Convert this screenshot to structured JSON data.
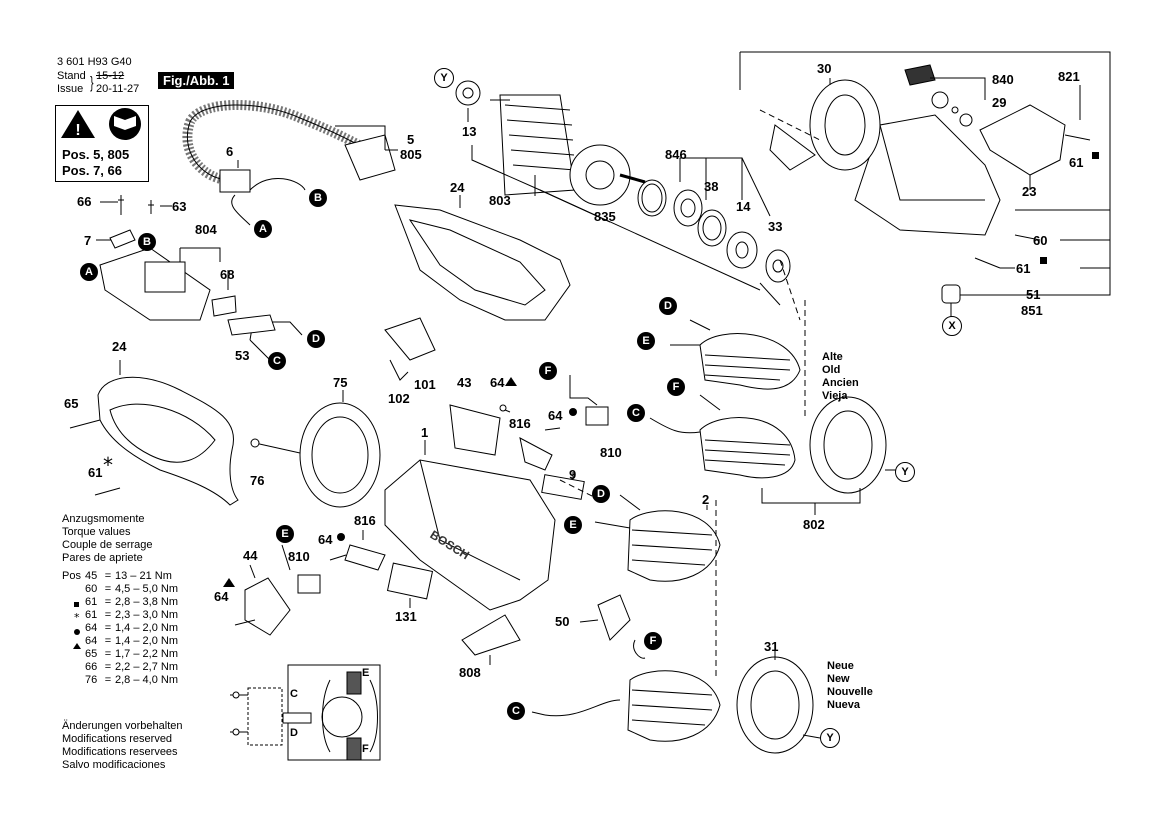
{
  "header": {
    "part_number": "3 601 H93 G40",
    "stand_label": "Stand",
    "issue_label": "Issue",
    "stand_old": "15-12",
    "issue_date": "20-11-27",
    "fig_label": "Fig./Abb. 1"
  },
  "warning_box": {
    "line1": "Pos. 5, 805",
    "line2": "Pos. 7, 66"
  },
  "brand_label": "BOSCH",
  "part_labels": [
    {
      "id": "p5",
      "text": "5"
    },
    {
      "id": "p805",
      "text": "805"
    },
    {
      "id": "p6",
      "text": "6"
    },
    {
      "id": "p66",
      "text": "66"
    },
    {
      "id": "p63",
      "text": "63"
    },
    {
      "id": "p7",
      "text": "7"
    },
    {
      "id": "p804",
      "text": "804"
    },
    {
      "id": "p68",
      "text": "68"
    },
    {
      "id": "p53",
      "text": "53"
    },
    {
      "id": "p24a",
      "text": "24"
    },
    {
      "id": "p24b",
      "text": "24"
    },
    {
      "id": "p65",
      "text": "65"
    },
    {
      "id": "p61s",
      "text": "61"
    },
    {
      "id": "p76",
      "text": "76"
    },
    {
      "id": "p75",
      "text": "75"
    },
    {
      "id": "p101",
      "text": "101"
    },
    {
      "id": "p102",
      "text": "102"
    },
    {
      "id": "p43",
      "text": "43"
    },
    {
      "id": "p64a",
      "text": "64"
    },
    {
      "id": "p816a",
      "text": "816"
    },
    {
      "id": "p64b",
      "text": "64"
    },
    {
      "id": "p810a",
      "text": "810"
    },
    {
      "id": "p1",
      "text": "1"
    },
    {
      "id": "p9",
      "text": "9"
    },
    {
      "id": "p816b",
      "text": "816"
    },
    {
      "id": "p64c",
      "text": "64"
    },
    {
      "id": "p810b",
      "text": "810"
    },
    {
      "id": "p44",
      "text": "44"
    },
    {
      "id": "p64d",
      "text": "64"
    },
    {
      "id": "p131",
      "text": "131"
    },
    {
      "id": "p808",
      "text": "808"
    },
    {
      "id": "p50",
      "text": "50"
    },
    {
      "id": "p2",
      "text": "2"
    },
    {
      "id": "p802",
      "text": "802"
    },
    {
      "id": "p31",
      "text": "31"
    },
    {
      "id": "p13",
      "text": "13"
    },
    {
      "id": "p803",
      "text": "803"
    },
    {
      "id": "p835",
      "text": "835"
    },
    {
      "id": "p846",
      "text": "846"
    },
    {
      "id": "p38",
      "text": "38"
    },
    {
      "id": "p14",
      "text": "14"
    },
    {
      "id": "p33",
      "text": "33"
    },
    {
      "id": "p30",
      "text": "30"
    },
    {
      "id": "p840",
      "text": "840"
    },
    {
      "id": "p821",
      "text": "821"
    },
    {
      "id": "p29",
      "text": "29"
    },
    {
      "id": "p61a",
      "text": "61"
    },
    {
      "id": "p23",
      "text": "23"
    },
    {
      "id": "p60",
      "text": "60"
    },
    {
      "id": "p61b",
      "text": "61"
    },
    {
      "id": "p51",
      "text": "51"
    },
    {
      "id": "p851",
      "text": "851"
    }
  ],
  "callouts": [
    {
      "id": "cA1",
      "text": "A"
    },
    {
      "id": "cB1",
      "text": "B"
    },
    {
      "id": "cA2",
      "text": "A"
    },
    {
      "id": "cB2",
      "text": "B"
    },
    {
      "id": "cC1",
      "text": "C"
    },
    {
      "id": "cD1",
      "text": "D"
    },
    {
      "id": "cY1",
      "text": "Y"
    },
    {
      "id": "cD2",
      "text": "D"
    },
    {
      "id": "cE1",
      "text": "E"
    },
    {
      "id": "cF1",
      "text": "F"
    },
    {
      "id": "cC2",
      "text": "C"
    },
    {
      "id": "cY2",
      "text": "Y"
    },
    {
      "id": "cF2",
      "text": "F"
    },
    {
      "id": "cD3",
      "text": "D"
    },
    {
      "id": "cE2",
      "text": "E"
    },
    {
      "id": "cE3",
      "text": "E"
    },
    {
      "id": "cF3",
      "text": "F"
    },
    {
      "id": "cC3",
      "text": "C"
    },
    {
      "id": "cY3",
      "text": "Y"
    },
    {
      "id": "cX1",
      "text": "X"
    }
  ],
  "field_coil_old": [
    "Alte",
    "Old",
    "Ancien",
    "Vieja"
  ],
  "field_coil_new": [
    "Neue",
    "New",
    "Nouvelle",
    "Nueva"
  ],
  "torque": {
    "titles": [
      "Anzugsmomente",
      "Torque values",
      "Couple de serrage",
      "Pares de apriete"
    ],
    "pos_label": "Pos",
    "rows": [
      {
        "pos": "45",
        "eq": "=",
        "val": "13  – 21 Nm"
      },
      {
        "pos": "60",
        "eq": "=",
        "val": "4,5 – 5,0 Nm"
      },
      {
        "pos": "61",
        "eq": "=",
        "val": "2,8 – 3,8 Nm"
      },
      {
        "pos": "61",
        "eq": "=",
        "val": "2,3 – 3,0 Nm"
      },
      {
        "pos": "64",
        "eq": "=",
        "val": "1,4 – 2,0 Nm"
      },
      {
        "pos": "64",
        "eq": "=",
        "val": "1,4 – 2,0 Nm"
      },
      {
        "pos": "65",
        "eq": "=",
        "val": "1,7 – 2,2 Nm"
      },
      {
        "pos": "66",
        "eq": "=",
        "val": "2,2 – 2,7 Nm"
      },
      {
        "pos": "76",
        "eq": "=",
        "val": "2,8 – 4,0 Nm"
      }
    ]
  },
  "changes_note": [
    "Änderungen vorbehalten",
    "Modifications reserved",
    "Modifications reservees",
    "Salvo modificaciones"
  ],
  "wiring": {
    "C": "C",
    "D": "D",
    "E": "E",
    "F": "F"
  }
}
